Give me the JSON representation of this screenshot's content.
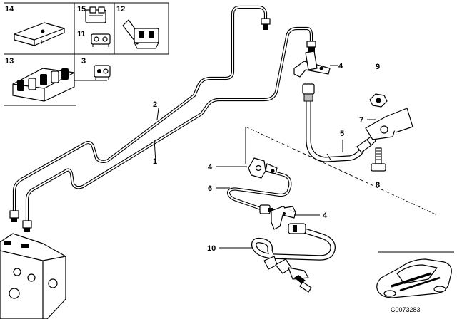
{
  "callouts": {
    "c1": "1",
    "c2": "2",
    "c3": "3",
    "c4a": "4",
    "c4b": "4",
    "c4c": "4",
    "c5": "5",
    "c6": "6",
    "c7": "7",
    "c8": "8",
    "c9": "9",
    "c10": "10",
    "c11": "11",
    "c12": "12",
    "c13": "13",
    "c14": "14",
    "c15": "15"
  },
  "diagram_code": "C0073283",
  "colors": {
    "line": "#000000",
    "background": "#ffffff",
    "shade": "#bbbbbb"
  }
}
